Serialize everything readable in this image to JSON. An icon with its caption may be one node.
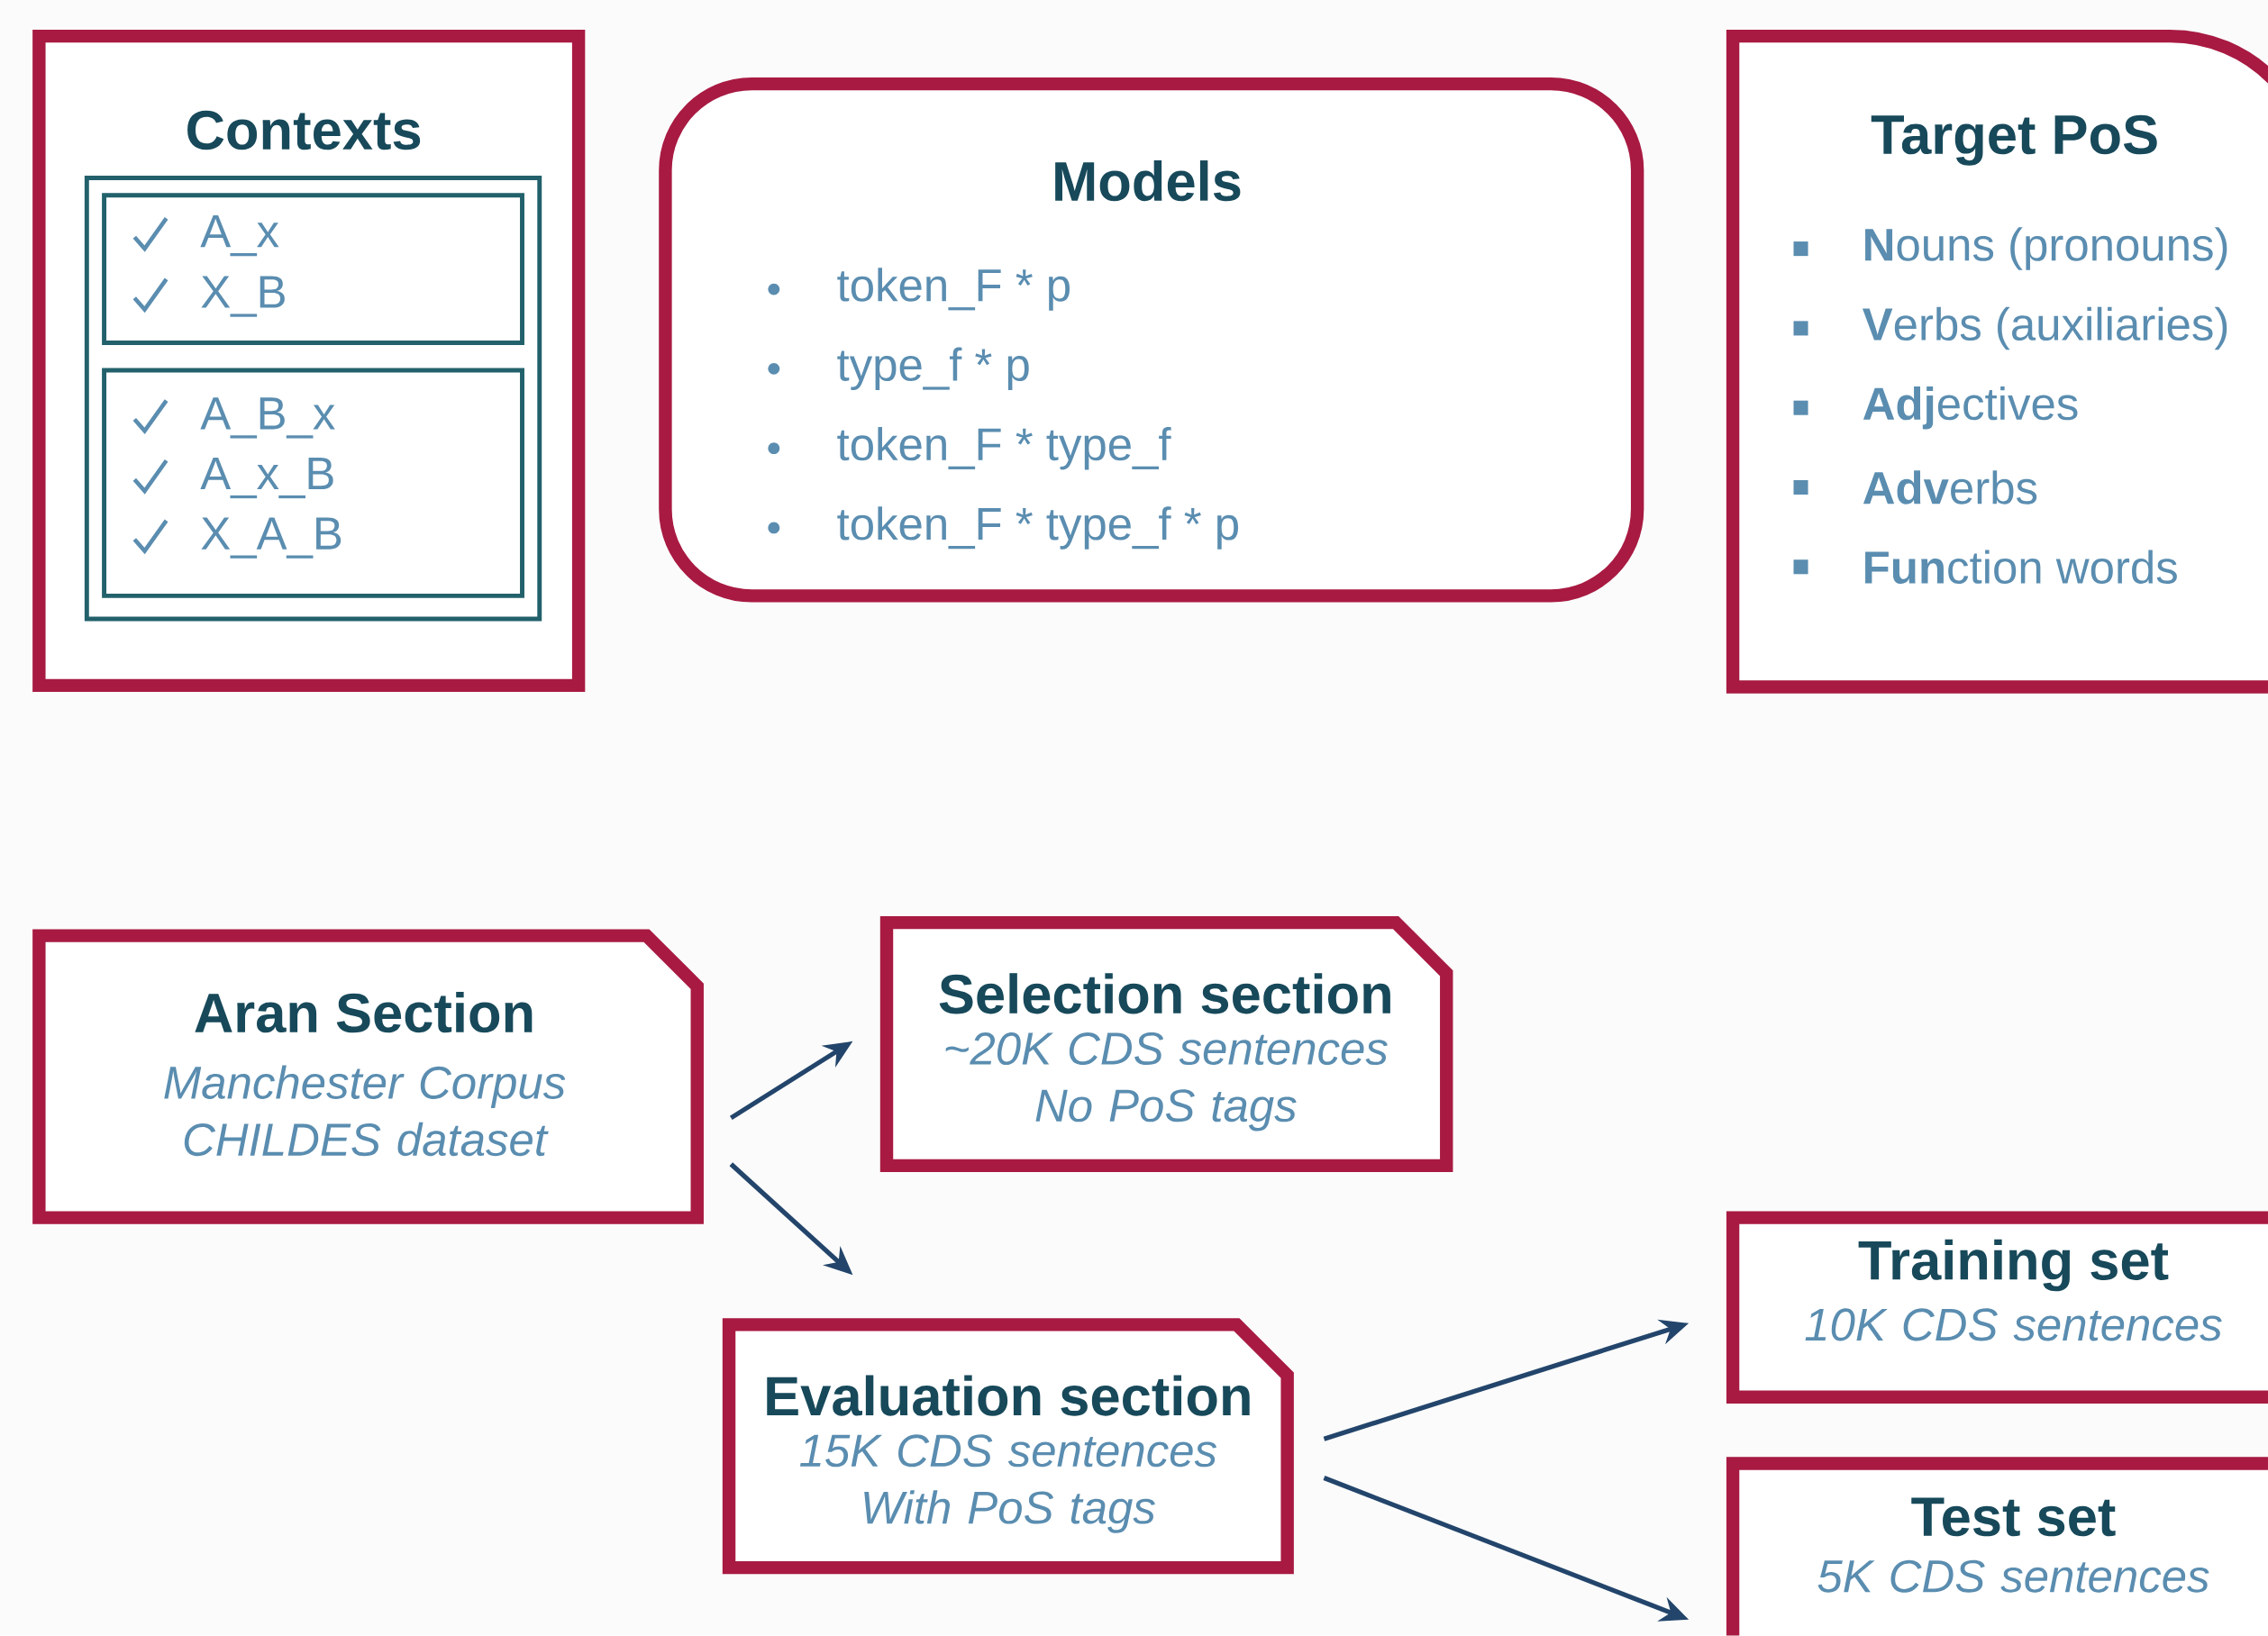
{
  "diagram": {
    "nodes": [
      {
        "text": [
          "Contexts"
        ]
      },
      {
        "text": [],
        "shape": "box",
        "in": 0
      },
      {
        "text": [
          "A_x",
          "X_B"
        ],
        "in": 1
      },
      {
        "text": [
          "A_B_x",
          "A_x_B",
          "X_A_B"
        ],
        "in": 1
      },
      {
        "text": [
          "Models",
          "token_F * p",
          "type_f * p",
          "token_F * type_f",
          "token_F * type_f * p"
        ]
      },
      {
        "text": [
          "Target PoS",
          "**N**ouns (pronouns)",
          "**V**erbs (auxiliaries)",
          "**Adj**ectives",
          "**Adv**erbs",
          "**Fun**ction words"
        ]
      },
      {
        "text": [
          "Aran Section",
          "Manchester Corpus CHILDES dataset"
        ]
      },
      {
        "text": [
          "Selection section",
          "~20K CDS sentences No PoS tags"
        ]
      },
      {
        "text": [
          "Evaluation section",
          "15K CDS sentences With PoS tags"
        ]
      },
      {
        "text": [
          "Training set",
          "10K CDS sentences"
        ]
      },
      {
        "text": [
          "Test set",
          "5K CDS sentences"
        ]
      }
    ],
    "edges": [
      {
        "from": 6,
        "to": 7,
        "arrow": "to"
      },
      {
        "from": 6,
        "to": 8,
        "arrow": "to"
      },
      {
        "from": 8,
        "to": 9,
        "arrow": "to"
      },
      {
        "from": 8,
        "to": 10,
        "arrow": "to"
      }
    ]
  }
}
